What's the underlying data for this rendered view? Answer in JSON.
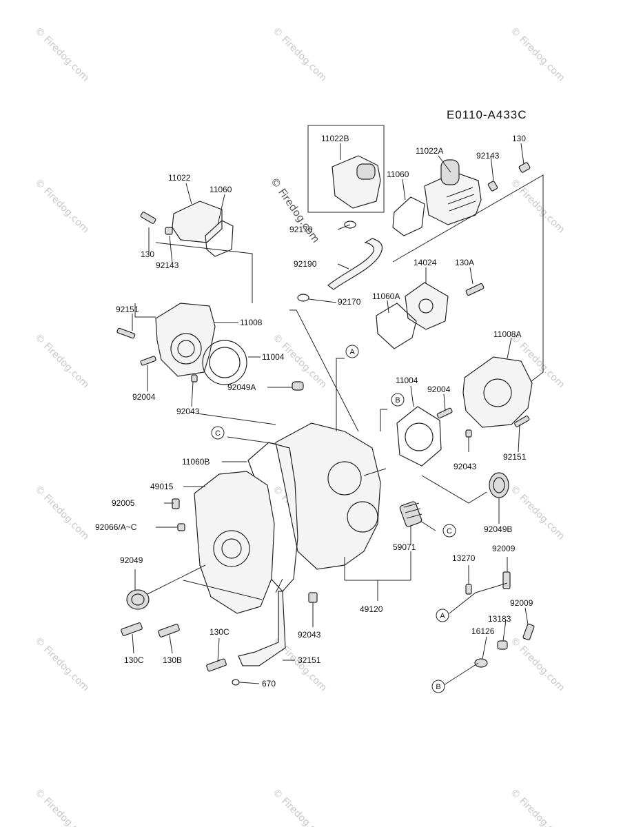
{
  "diagram_code": "E0110-A433C",
  "watermark": {
    "tile_text": "© Firedog.com",
    "center_text": "© Firedog.com"
  },
  "labels": {
    "l11022B": "11022B",
    "l11022A": "11022A",
    "l130_top": "130",
    "l92143_top": "92143",
    "l11060_top": "11060",
    "l11022": "11022",
    "l11060_left": "11060",
    "l130_left": "130",
    "l92143_left": "92143",
    "l92170_top": "92170",
    "l92190": "92190",
    "l14024": "14024",
    "l130A": "130A",
    "l11060A": "11060A",
    "l92170_mid": "92170",
    "l92151_left": "92151",
    "l11008": "11008",
    "l11004_left": "11004",
    "l92004_left": "92004",
    "l92043_left": "92043",
    "l92049A": "92049A",
    "l11008A": "11008A",
    "l11004_right": "11004",
    "l92004_right": "92004",
    "l92043_right": "92043",
    "l92151_right": "92151",
    "l11060B": "11060B",
    "l49015": "49015",
    "l92005": "92005",
    "l92066": "92066/A~C",
    "l92049B": "92049B",
    "l59071": "59071",
    "l92049": "92049",
    "l13270": "13270",
    "l92009_a": "92009",
    "l49120": "49120",
    "l92043_bottom": "92043",
    "l13183": "13183",
    "l92009_b": "92009",
    "l130C_right": "130C",
    "l130C_left": "130C",
    "l130B": "130B",
    "l32151": "32151",
    "l670": "670",
    "l16126": "16126"
  },
  "callouts": {
    "A_top": "A",
    "B_top": "B",
    "C_top": "C",
    "C_mid": "C",
    "A_bottom": "A",
    "B_bottom": "B"
  }
}
